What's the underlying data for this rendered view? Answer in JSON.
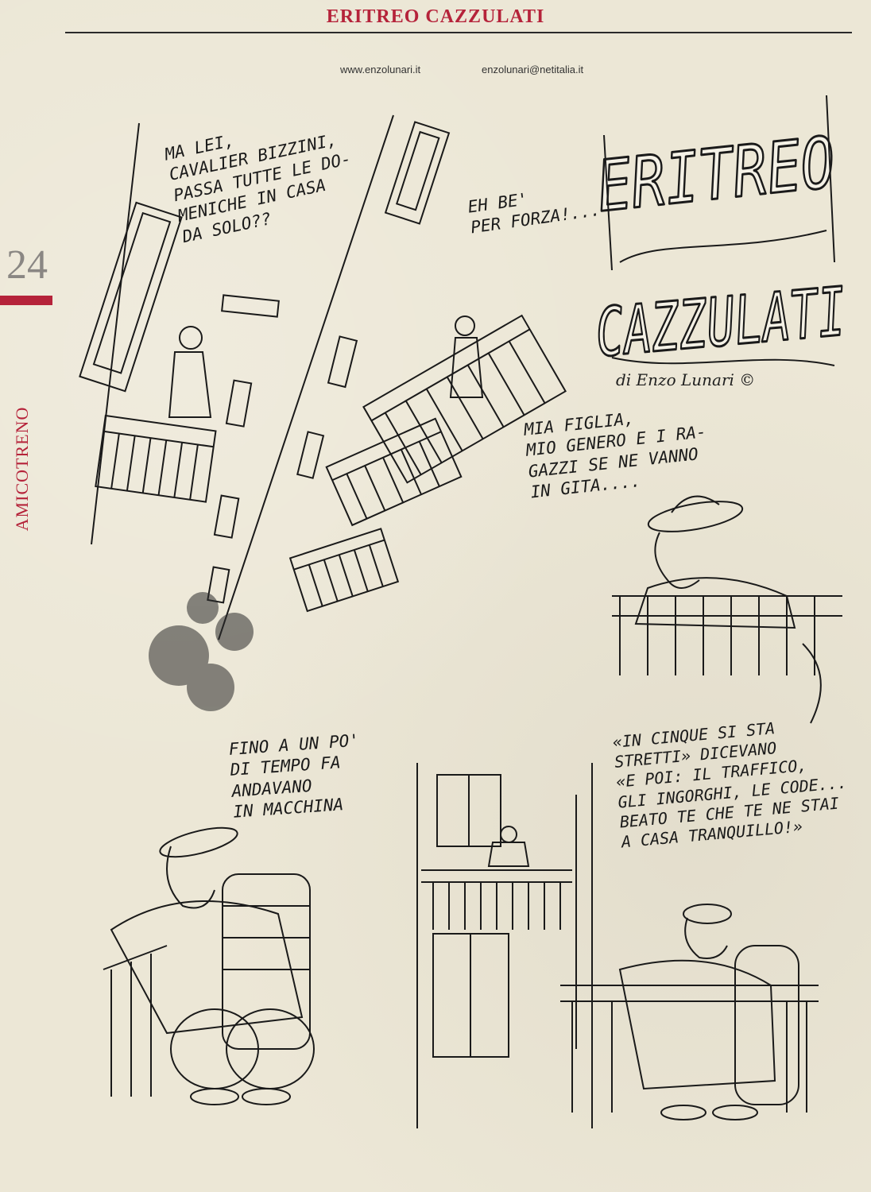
{
  "header": {
    "title": "ERITREO CAZZULATI"
  },
  "contact": {
    "website": "www.enzolunari.it",
    "email": "enzolunari@netitalia.it"
  },
  "margin": {
    "page_number": "24",
    "section": "AMICOTRENO",
    "accent_color": "#b5233a"
  },
  "logo": {
    "line1": "ERITREO",
    "line2": "CAZZULATI",
    "byline": "di Enzo Lunari ©"
  },
  "balloons": {
    "b1": "MA LEI,\nCAVALIER BIZZINI,\nPASSA TUTTE LE DO-\nMENICHE IN CASA\nDA SOLO??",
    "b2": "EH BE'\nPER FORZA!...",
    "b3": "MIA FIGLIA,\nMIO GENERO E I RA-\nGAZZI SE NE VANNO\nIN GITA....",
    "b4": "FINO A UN PO'\nDI TEMPO FA\nANDAVANO\nIN MACCHINA",
    "b5": "«IN CINQUE SI STA\nSTRETTI» DICEVANO\n«E POI: IL TRAFFICO,\nGLI INGORGHI, LE CODE...\nBEATO TE CHE TE NE STAI\nA CASA TRANQUILLO!»"
  }
}
